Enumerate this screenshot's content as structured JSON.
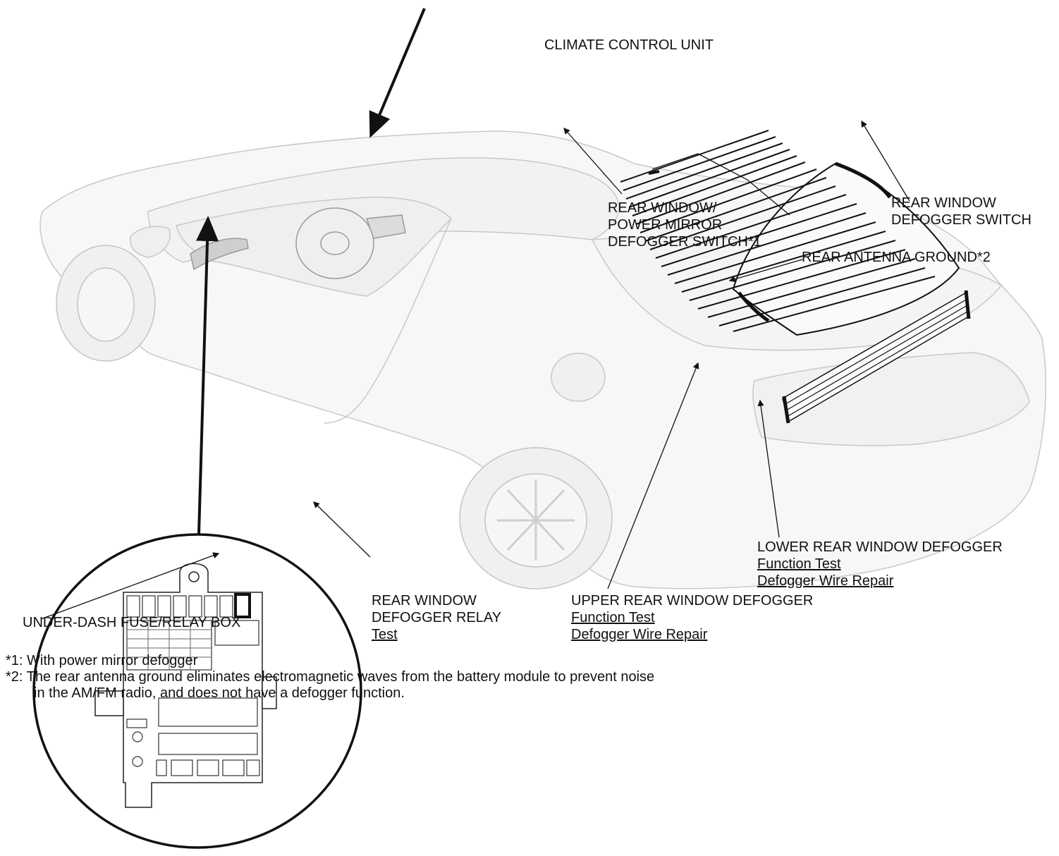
{
  "labels": {
    "climate_control_unit": "CLIMATE CONTROL UNIT",
    "rear_window_power_mirror_switch": [
      "REAR WINDOW/",
      "POWER MIRROR",
      "DEFOGGER SWITCH*1"
    ],
    "rear_window_defogger_switch": [
      "REAR WINDOW",
      "DEFOGGER SWITCH"
    ],
    "rear_antenna_ground": "REAR ANTENNA GROUND*2",
    "lower_rear_window_defogger": {
      "title": "LOWER REAR WINDOW DEFOGGER",
      "links": [
        "Function Test",
        "Defogger Wire Repair"
      ]
    },
    "upper_rear_window_defogger": {
      "title": "UPPER REAR WINDOW DEFOGGER",
      "links": [
        "Function Test",
        "Defogger Wire Repair"
      ]
    },
    "rear_window_defogger_relay": {
      "title": [
        "REAR WINDOW",
        "DEFOGGER RELAY"
      ],
      "links": [
        "Test"
      ]
    },
    "under_dash_fuse_relay_box": "UNDER-DASH FUSE/RELAY BOX"
  },
  "notes": {
    "note1": "*1: With power mirror defogger",
    "note2_line1": "*2: The rear antenna ground eliminates electromagnetic waves from the battery module to prevent noise",
    "note2_line2": "in the AM/FM radio, and does not have a defogger function."
  }
}
